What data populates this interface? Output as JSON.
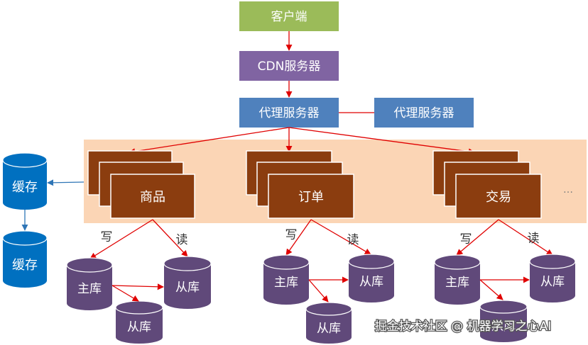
{
  "client": "客户端",
  "cdn": "CDN服务器",
  "proxy_main": "代理服务器",
  "proxy_backup": "代理服务器",
  "cache": [
    "缓存",
    "缓存"
  ],
  "services": [
    {
      "name": "商品",
      "write": "写",
      "read": "读",
      "master": "主库",
      "slaves": [
        "从库",
        "从库"
      ]
    },
    {
      "name": "订单",
      "write": "写",
      "read": "读",
      "master": "主库",
      "slaves": [
        "从库",
        "从库"
      ]
    },
    {
      "name": "交易",
      "write": "写",
      "read": "读",
      "master": "主库",
      "slaves": [
        "从库",
        "从库"
      ]
    }
  ],
  "ellipsis": "…",
  "watermark": "掘金技术社区 @ 机器学习之心AI",
  "colors": {
    "client": "#9bbb59",
    "cdn": "#8064a2",
    "proxy": "#4f81bd",
    "service_band": "#fbd5b5",
    "service_box": "#8b3d0f",
    "db": "#60497a",
    "cache": "#0070c0",
    "arrow": "#e00000"
  }
}
